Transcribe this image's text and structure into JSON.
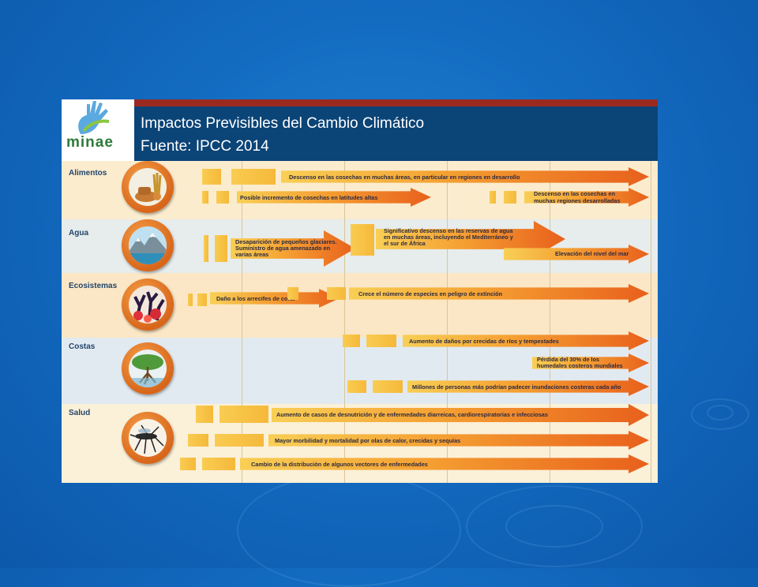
{
  "slide": {
    "title": "Impactos Previsibles del Cambio Climático",
    "source": "Fuente: IPCC 2014"
  },
  "logo": {
    "text": "minae"
  },
  "icons": [
    "wheat-bread-icon",
    "mountain-glacier-icon",
    "coral-reef-icon",
    "mangrove-tree-icon",
    "mosquito-icon"
  ],
  "rows": [
    {
      "name": "Alimentos",
      "impacts": [
        "Descenso en las cosechas en muchas áreas, en particular en regiones en desarrollo",
        "Posible incremento de cosechas en latitudes altas",
        "Descenso en las cosechas en",
        "muchas regiones desarrolladas"
      ]
    },
    {
      "name": "Agua",
      "impacts": [
        "Desaparición de pequeños glaciares.",
        "Suministro de agua amenazado en",
        "varias áreas",
        "Significativo descenso en las reservas de agua",
        "en muchas áreas, incluyendo el Mediterráneo y",
        "el sur de África",
        "Elevación del nivel del mar"
      ]
    },
    {
      "name": "Ecosistemas",
      "impacts": [
        "Daño a los arrecifes de coral",
        "Crece el número de especies en peligro de extinción"
      ]
    },
    {
      "name": "Costas",
      "impacts": [
        "Aumento de daños por crecidas de ríos y tempestades",
        "Pérdida del 30% de los",
        "humedales costeros mundiales",
        "Millones de personas más podrían padecer inundaciones costeras cada año"
      ]
    },
    {
      "name": "Salud",
      "impacts": [
        "Aumento de casos de desnutrición y de enfermedades diarreicas, cardiorespiratorias e infecciosas",
        "Mayor morbilidad y mortalidad por olas de calor, crecidas y sequías",
        "Cambio de la distribución de algunos vectores de enfermedades"
      ]
    }
  ],
  "colors": {
    "background": "#136bc0",
    "title_bar": "#0b4477",
    "title_accent": "#9a2a20",
    "band_warm": "#fbecce",
    "band_cool": "#e4ecf0",
    "arrow_start": "#f8cf55",
    "arrow_end": "#e8601c",
    "icon_ring": "#e07020"
  }
}
